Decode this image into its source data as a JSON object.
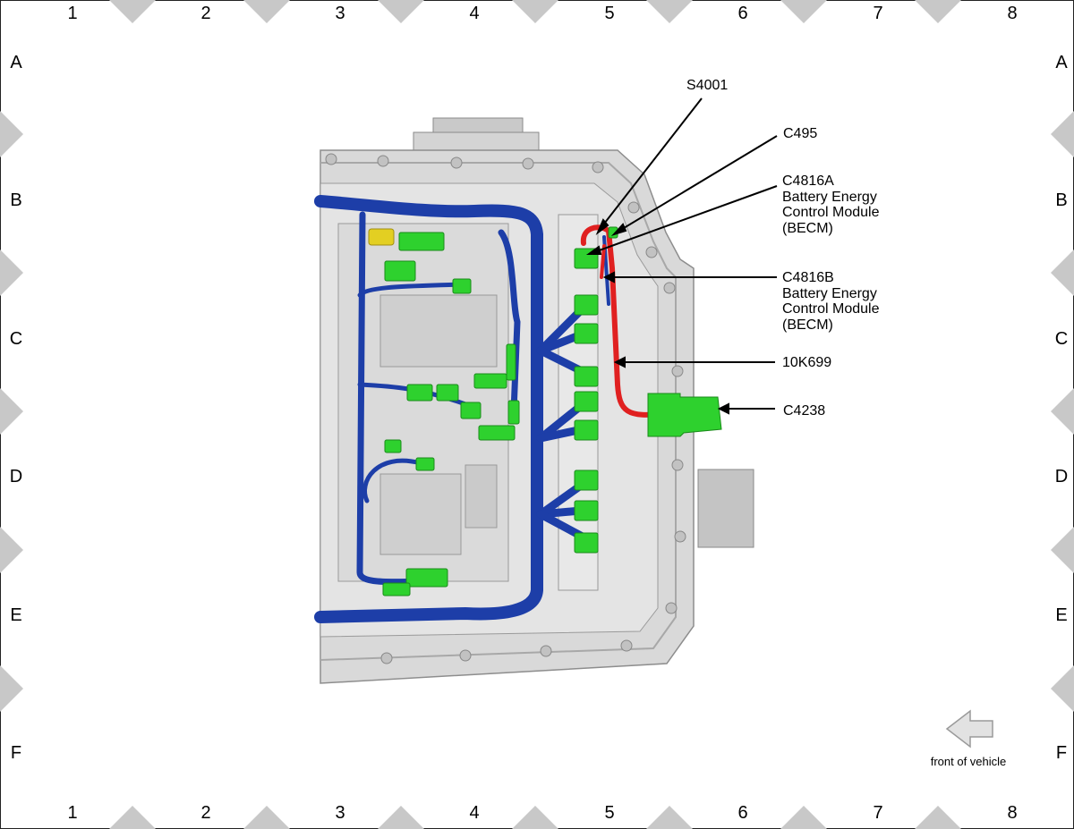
{
  "grid": {
    "columns": [
      "1",
      "2",
      "3",
      "4",
      "5",
      "6",
      "7",
      "8"
    ],
    "rows": [
      "A",
      "B",
      "C",
      "D",
      "E",
      "F"
    ]
  },
  "callouts": {
    "s4001": "S4001",
    "c495": "C495",
    "c4816a": [
      "C4816A",
      "Battery Energy",
      "Control Module",
      "(BECM)"
    ],
    "c4816b": [
      "C4816B",
      "Battery Energy",
      "Control Module",
      "(BECM)"
    ],
    "k10k699": "10K699",
    "c4238": "C4238"
  },
  "orientation": {
    "label": "front of vehicle",
    "arrow_icon": "left-arrow-icon"
  },
  "colors": {
    "harness_blue": "#1d3ea8",
    "connector_green": "#2ed12e",
    "wire_red": "#e02020",
    "housing_grey": "#d9d9d9",
    "marker_grey": "#c8c8c8"
  }
}
